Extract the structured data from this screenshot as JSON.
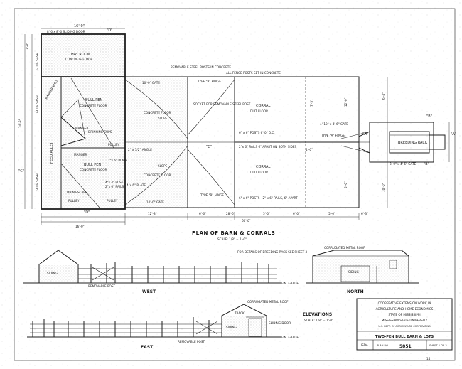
{
  "drawing": {
    "plan": {
      "title": "PLAN OF BARN & CORRALS",
      "scale": "SCALE: 1/8\" = 1'-0\"",
      "labels": {
        "door_top": "8'-0 x 8'-0 SLIDING DOOR",
        "marker_d_top": "\"D\"",
        "dim_top": "16'-0\"",
        "hay_room": "HAY ROOM",
        "hay_floor": "CONCRETE FLOOR",
        "bull_pen": "BULL PEN",
        "bull_pen_floor": "CONCRETE FLOOR",
        "bull_pen2": "BULL PEN",
        "bull_pen2_floor": "CONCRETE FLOOR",
        "feed_alley": "FEED ALLEY",
        "manger_a": "MANGER",
        "manger_b": "MANGER",
        "drinking_cups": "DRINKING CUPS",
        "main_escape": "MAIN ESCAPE",
        "pulley_a": "PULLEY",
        "pulley_b": "PULLEY",
        "pulley_c": "PULLEY",
        "manger_wall": "MANGER WALL",
        "plate_a": "2\"x 6\" PLATE",
        "plate_b": "4\"x 4\" POST",
        "rails_a": "2\"x 6\" RAILS",
        "rails_b": "4\"x 6\" PLATE",
        "angle": "2\" x 1/2\" ANGLE",
        "removable_posts": "REMOVABLE STEEL POSTS IN CONCRETE",
        "fence_posts": "ALL FENCE POSTS SET IN CONCRETE",
        "gate_a": "10'-0\" GATE",
        "gate_b": "10'-0\" GATE",
        "hinge_a": "TYPE \"B\" HINGE",
        "hinge_b": "TYPE \"B\" HINGE",
        "hinge_c": "TYPE \"A\" HINGE",
        "concrete_floor_a": "CONCRETE FLOOR",
        "concrete_floor_b": "CONCRETE FLOOR",
        "slope_a": "SLOPE",
        "slope_b": "SLOPE",
        "socket": "SOCKET FOR REMOVABLE STEEL POST",
        "corral_a": "CORRAL",
        "corral_a_floor": "DIRT FLOOR",
        "corral_b": "CORRAL",
        "corral_b_floor": "DIRT FLOOR",
        "posts_a": "6\" x 6\" POSTS 6'-0\" O.C.",
        "rails_c": "2\"x 6\" RAILS 6\" APART ON BOTH SIDES",
        "posts_b": "6\" x 6\" POSTS - 2\" x 6\" RAILS, 6\" APART",
        "gate_c": "4'-10\" x 4'-6\" GATE",
        "gate_d": "3'-0\" x 4'-6\" GATE",
        "breeding_rack": "BREEDING RACK",
        "marker_a1": "\"A\"",
        "marker_a2": "\"A\"",
        "marker_b1": "\"B\"",
        "marker_b2": "\"B\"",
        "marker_c1": "\"C\"",
        "marker_c2": "\"C\"",
        "marker_d_bot": "\"D\"",
        "dim_bottom_a": "16'-0\"",
        "dim_bottom_b": "12'-8\"",
        "dim_bottom_c": "6'-6\"",
        "dim_bottom_d": "28'-6\"",
        "dim_bottom_e": "5'-0\"",
        "dim_bottom_f": "60'-0\"",
        "dim_bottom_g": "6'-0\"",
        "dim_bottom_h": "5'-0\"",
        "dim_bottom_i": "6'-3\"",
        "dim_left_a": "3'-8\"",
        "dim_left_b": "34'-8\"",
        "dim_right_a": "6'-4\"",
        "dim_right_b": "10'-0\"",
        "dim_mid": "7'-3\"",
        "sash_a": "3-LITE SASH",
        "sash_b": "2-LITE SASH",
        "sash_c": "2-LITE SASH",
        "dim_plate": "4'-0\"",
        "dim_gate": "12'-0\"",
        "dim_gate_b": "5'-0\""
      }
    },
    "west": {
      "title": "WEST",
      "siding": "SIDING",
      "removable_post": "REMOVABLE POST",
      "details_note": "FOR DETAILS OF BREEDING RACK SEE SHEET 3",
      "fin_grade": "FIN. GRADE"
    },
    "north": {
      "title": "NORTH",
      "roof": "CORRUGATED METAL ROOF",
      "siding": "SIDING"
    },
    "east": {
      "title": "EAST",
      "roof": "CORRUGATED METAL ROOF",
      "track": "TRACK",
      "siding": "SIDING",
      "sliding_door": "SLIDING DOOR",
      "removable_post": "REMOVABLE POST",
      "fin_grade": "FIN. GRADE"
    },
    "elevations": {
      "title": "ELEVATIONS",
      "scale": "SCALE: 1/8\" = 1'-0\""
    },
    "title_block": {
      "line1": "COOPERATIVE EXTENSION WORK IN",
      "line2": "AGRICULTURE AND HOME ECONOMICS",
      "line3": "STATE OF MISSISSIPPI",
      "line4": "MISSISSIPPI STATE UNIVERSITY",
      "line5": "U.S. DEPT. OF AGRICULTURE COOPERATING",
      "project": "TWO-PEN BULL BARN & LOTS",
      "usda": "USDA",
      "plan_no_label": "PLAN NO.",
      "plan_no": "5851",
      "sheet": "SHEET 1 OF 3"
    },
    "corner_mark": "14"
  }
}
